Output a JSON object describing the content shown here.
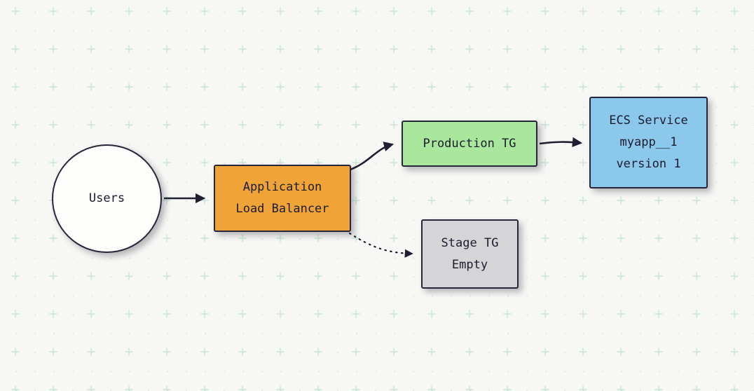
{
  "diagram": {
    "background_color": "#f7f8f5",
    "grid_cross_color": "#cfe7db",
    "grid_dot_color": "#e3e6e2",
    "stroke_color": "#26263a",
    "arrow_color": "#1f1f30",
    "nodes": {
      "users": {
        "shape": "circle",
        "label": "Users",
        "fill": "#fdfdfc"
      },
      "alb": {
        "shape": "rectangle",
        "lines": [
          "Application",
          "Load Balancer"
        ],
        "fill": "#f0a437"
      },
      "production_tg": {
        "shape": "rectangle",
        "label": "Production TG",
        "fill": "#a9e79c"
      },
      "stage_tg": {
        "shape": "rectangle",
        "lines": [
          "Stage TG",
          "Empty"
        ],
        "fill": "#d5d5d7"
      },
      "ecs": {
        "shape": "rectangle",
        "lines": [
          "ECS Service",
          "myapp__1",
          "version 1"
        ],
        "fill": "#8cc7ec"
      }
    },
    "edges": [
      {
        "from": "users",
        "to": "alb",
        "style": "solid"
      },
      {
        "from": "alb",
        "to": "production_tg",
        "style": "solid"
      },
      {
        "from": "alb",
        "to": "stage_tg",
        "style": "dotted"
      },
      {
        "from": "production_tg",
        "to": "ecs",
        "style": "solid"
      }
    ]
  }
}
